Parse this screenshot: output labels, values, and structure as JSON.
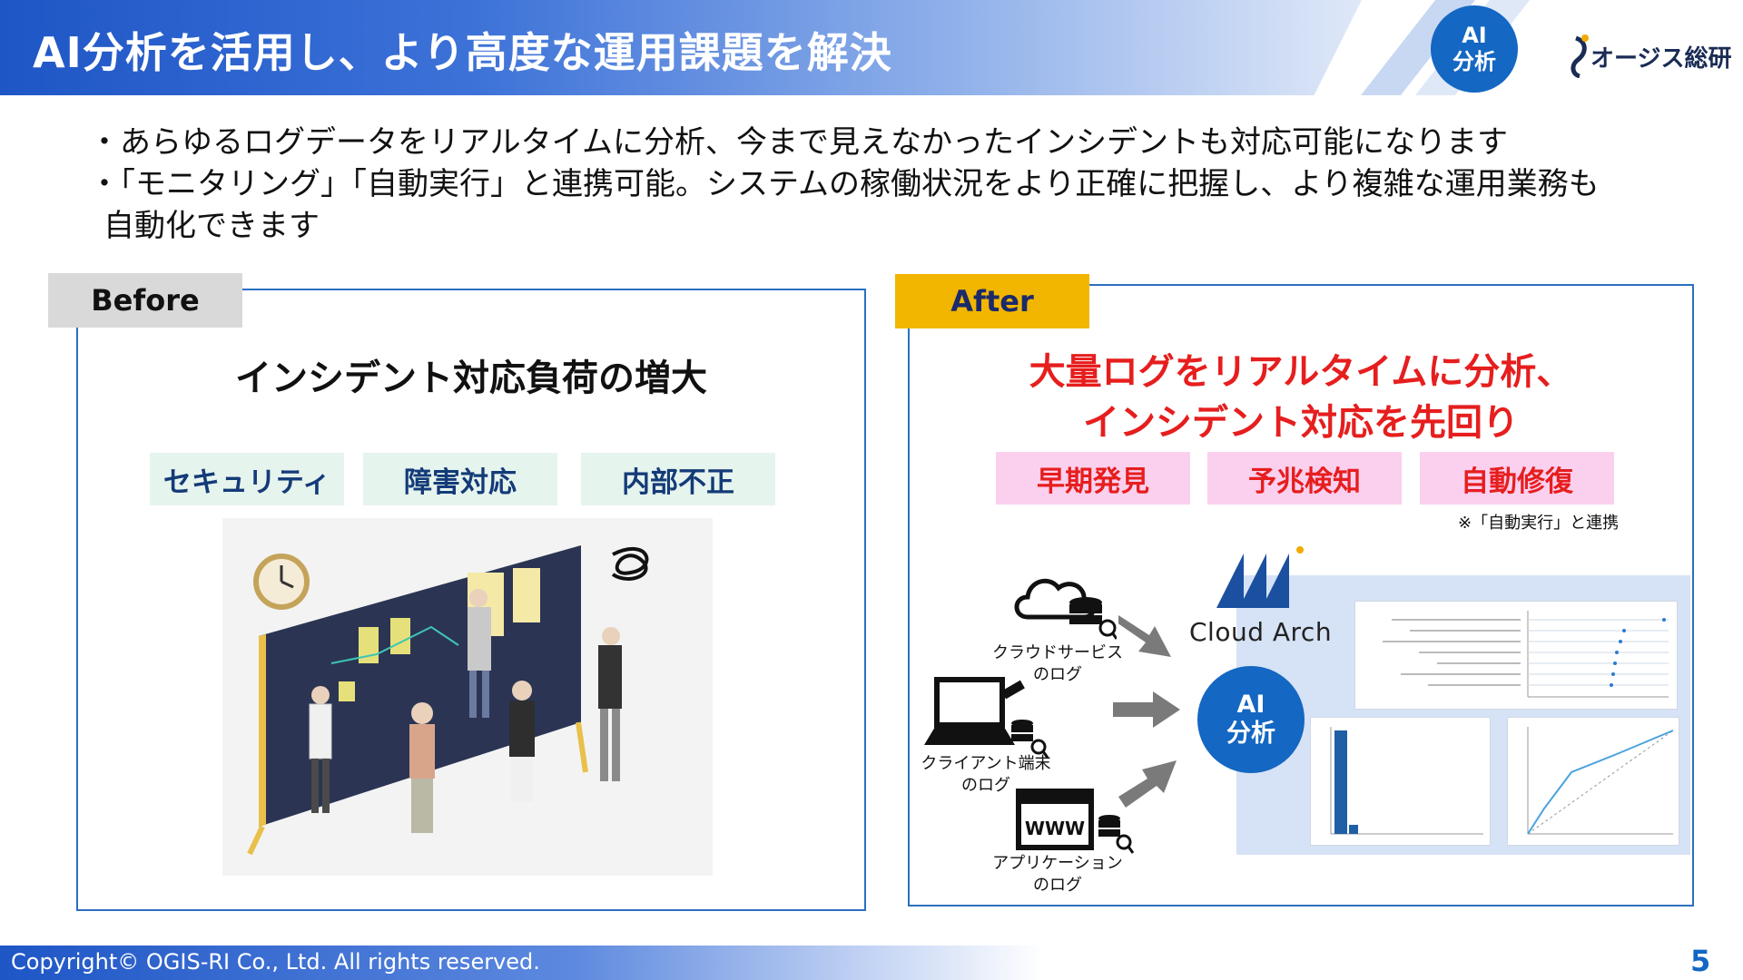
{
  "header": {
    "title": "AI分析を活用し、より高度な運用課題を解決",
    "badge_line1": "AI",
    "badge_line2": "分析",
    "logo_text": "オージス総研"
  },
  "bullets": {
    "line1": "・あらゆるログデータをリアルタイムに分析、今まで見えなかったインシデントも対応可能になります",
    "line2": "・「モニタリング」「自動実行」と連携可能。システムの稼働状況をより正確に把握し、より複雑な運用業務も",
    "line3": "自動化できます"
  },
  "before": {
    "tag": "Before",
    "heading": "インシデント対応負荷の増大",
    "chips": [
      "セキュリティ",
      "障害対応",
      "内部不正"
    ]
  },
  "after": {
    "tag": "After",
    "heading_line1": "大量ログをリアルタイムに分析、",
    "heading_line2": "インシデント対応を先回り",
    "chips": [
      "早期発見",
      "予兆検知",
      "自動修復"
    ],
    "note": "※「自動実行」と連携",
    "sources": [
      {
        "line1": "クラウドサービス",
        "line2": "のログ"
      },
      {
        "line1": "クライアント端末",
        "line2": "のログ"
      },
      {
        "line1": "アプリケーション",
        "line2": "のログ"
      }
    ],
    "www_label": "WWW",
    "brand": "Cloud Arch",
    "ai_line1": "AI",
    "ai_line2": "分析"
  },
  "footer": {
    "copyright": "Copyright© OGIS-RI Co., Ltd.  All rights reserved.",
    "page": "5"
  },
  "colors": {
    "accent_blue": "#1467c2",
    "heading_red": "#e61e1e",
    "after_tag": "#f2b600"
  }
}
